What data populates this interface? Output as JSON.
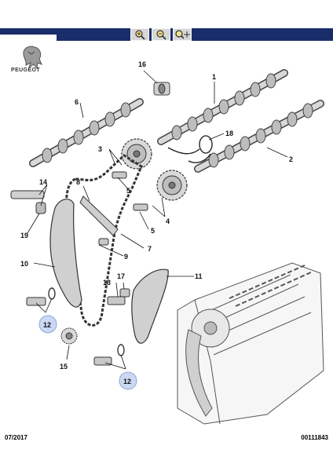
{
  "brand": {
    "name": "PEUGEOT"
  },
  "toolbar": {
    "icons": [
      "zoom-in-icon",
      "zoom-out-icon",
      "zoom-pan-icon"
    ]
  },
  "callouts": {
    "c1": "1",
    "c2": "2",
    "c3": "3",
    "c4": "4",
    "c5a": "5",
    "c5b": "5",
    "c6": "6",
    "c7": "7",
    "c8": "8",
    "c9": "9",
    "c10": "10",
    "c11": "11",
    "c12a": "12",
    "c12b": "12",
    "c13": "13",
    "c14": "14",
    "c15": "15",
    "c16": "16",
    "c17": "17",
    "c18": "18",
    "c19": "19"
  },
  "footer": {
    "date": "07/2017",
    "reference": "00111843"
  },
  "colors": {
    "toolbar_bar": "#1a2d6b",
    "highlight_circle": "#c9d9f3"
  }
}
